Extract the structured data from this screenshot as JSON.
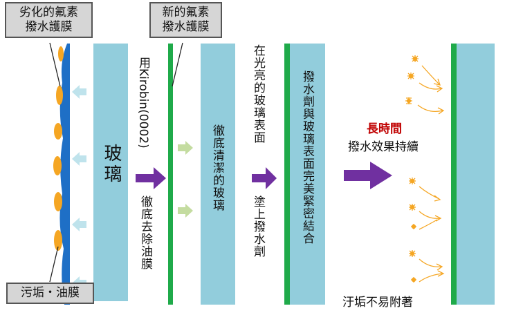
{
  "callouts": {
    "old_coating": [
      "劣化的氟素",
      "撥水護膜"
    ],
    "new_coating": [
      "新的氟素",
      "撥水護膜"
    ],
    "dirt": "污垢・油膜"
  },
  "panel1": {
    "glass_label": "玻璃"
  },
  "step1": {
    "text_a": "用Kirobin(0002)",
    "text_b": "徹底去除油膜"
  },
  "panel2": {
    "glass_label": "徹底清潔的玻璃"
  },
  "step2": {
    "text_a": "在光亮的玻璃表面",
    "text_b": "塗上撥水劑"
  },
  "panel3": {
    "glass_label": "撥水劑與玻璃表面完美緊密結合"
  },
  "result": {
    "title": "長時間",
    "subtitle": "撥水效果持續",
    "footer": "汙垢不易附著"
  },
  "colors": {
    "glass": "#92cddc",
    "green_coating": "#1faa4a",
    "old_coating": "#1e6fc6",
    "dirt": "#f5a623",
    "arrow": "#7030a0",
    "light_arrow_blue": "#bfe3ec",
    "light_arrow_green": "#c4dca0",
    "highlight": "#c00000"
  }
}
